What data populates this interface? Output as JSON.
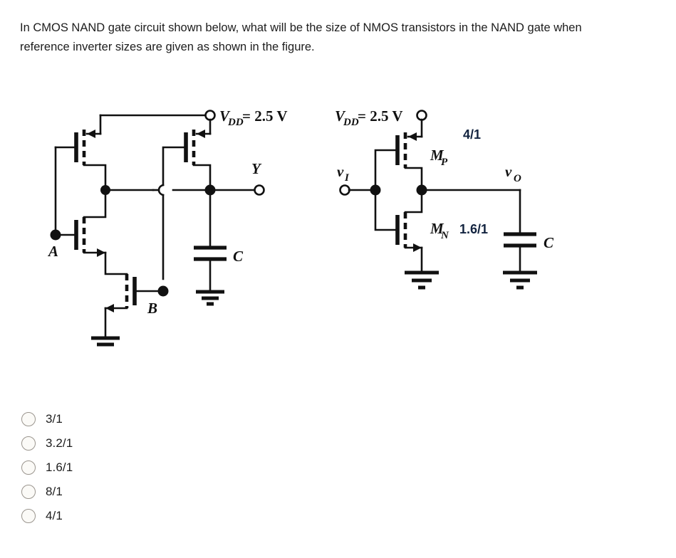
{
  "question": {
    "line1": "In CMOS NAND gate circuit shown below, what will be the size of NMOS transistors",
    "line2": "in the NAND gate when reference inverter sizes are given as shown in the figure."
  },
  "figure": {
    "nand_circuit": {
      "supply_label": "V",
      "supply_sub": "DD",
      "supply_value": "= 2.5 V",
      "input_a": "A",
      "input_b": "B",
      "output": "Y",
      "capacitor": "C"
    },
    "inverter_circuit": {
      "supply_label": "V",
      "supply_sub": "DD",
      "supply_value": "= 2.5 V",
      "pmos_name": "M",
      "pmos_sub": "P",
      "pmos_ratio": "4/1",
      "nmos_name": "M",
      "nmos_sub": "N",
      "nmos_ratio": "1.6/1",
      "input_label": "v",
      "input_sub": "I",
      "output_label": "v",
      "output_sub": "O",
      "capacitor": "C"
    },
    "accent_color": "#12233f",
    "line_color": "#111111"
  },
  "options": [
    {
      "label": "3/1",
      "selected": false
    },
    {
      "label": "3.2/1",
      "selected": false
    },
    {
      "label": "1.6/1",
      "selected": false
    },
    {
      "label": "8/1",
      "selected": false
    },
    {
      "label": "4/1",
      "selected": false
    }
  ]
}
